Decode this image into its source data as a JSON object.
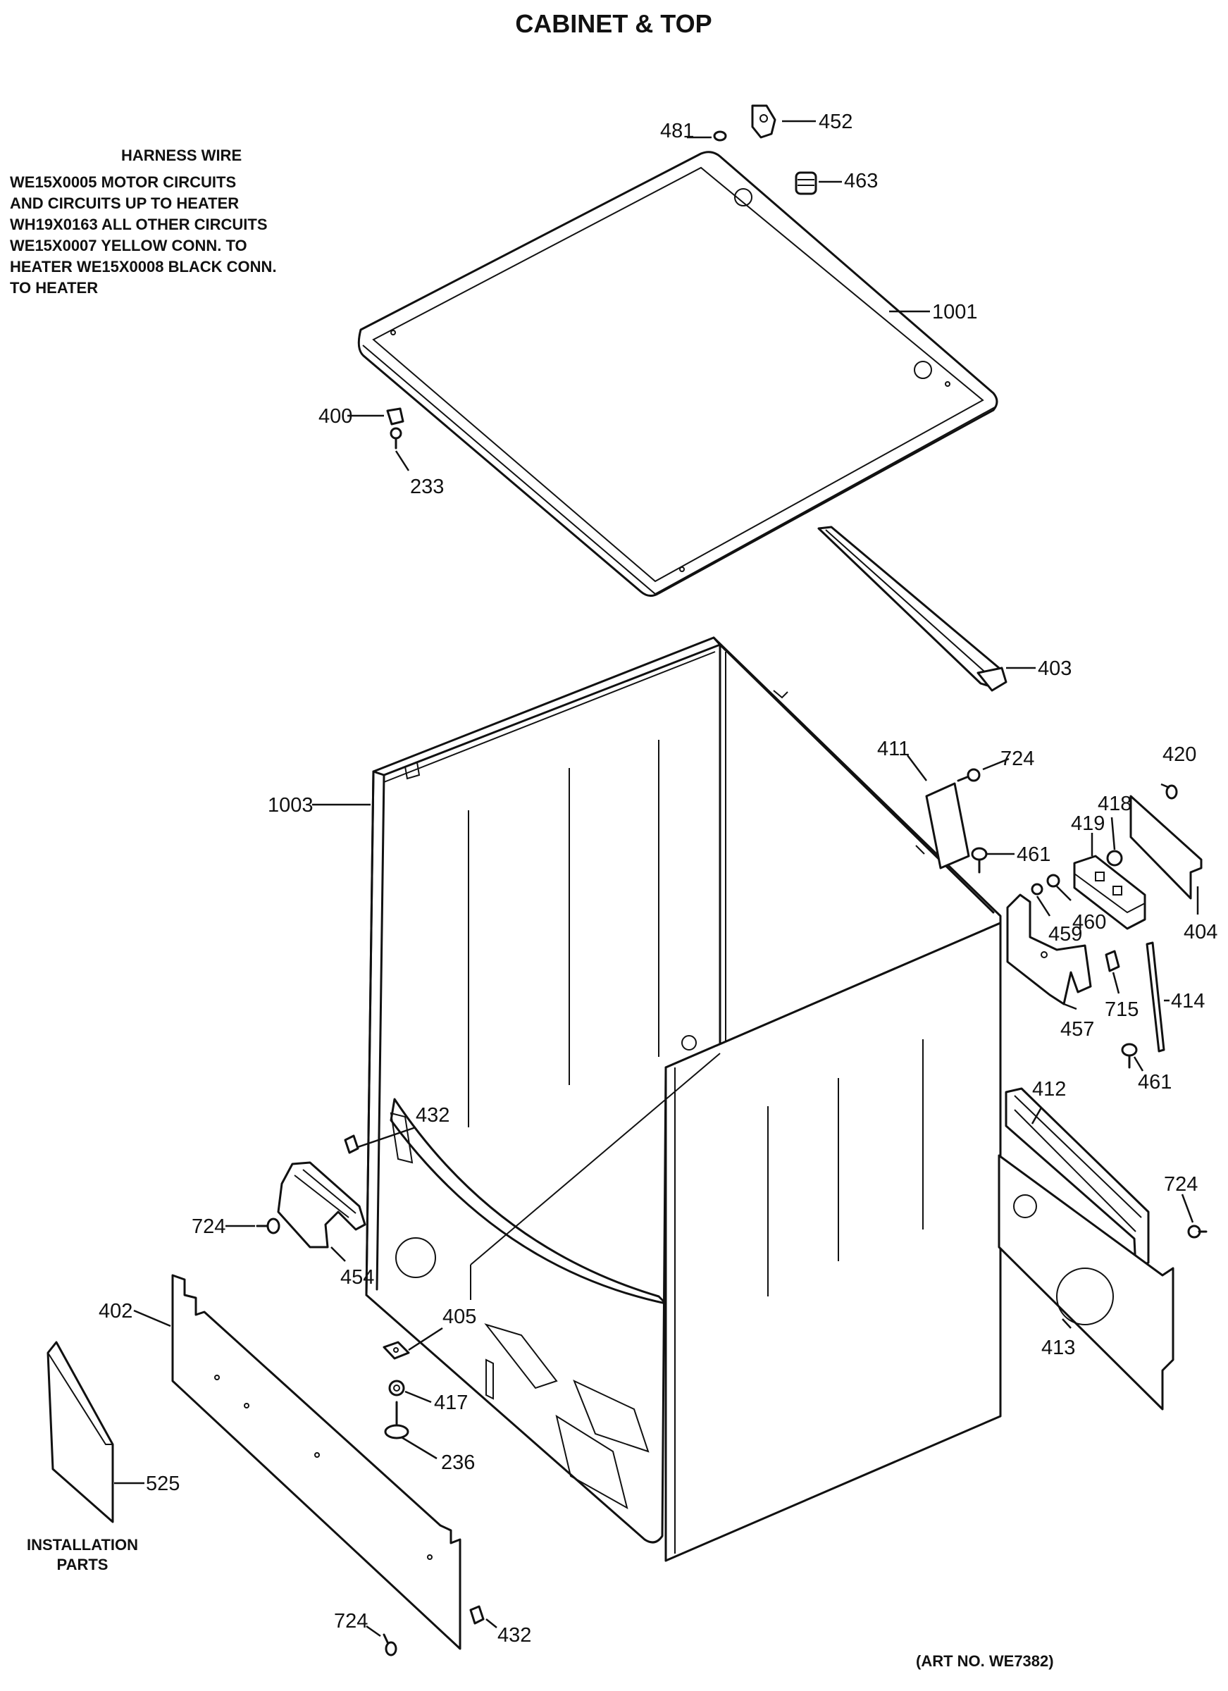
{
  "title": "CABINET & TOP",
  "harness_note": [
    "HARNESS WIRE",
    "WE15X0005 MOTOR CIRCUITS",
    "AND CIRCUITS UP TO HEATER",
    "WH19X0163 ALL OTHER CIRCUITS",
    "WE15X0007 YELLOW CONN. TO",
    "HEATER WE15X0008 BLACK CONN.",
    "TO HEATER"
  ],
  "installation_parts": [
    "INSTALLATION",
    "PARTS"
  ],
  "art_no": "(ART NO. WE7382)",
  "callouts": {
    "p481": "481",
    "p452": "452",
    "p463": "463",
    "p1001": "1001",
    "p400": "400",
    "p233": "233",
    "p403": "403",
    "p1003": "1003",
    "p411": "411",
    "p724a": "724",
    "p420": "420",
    "p419": "419",
    "p418": "418",
    "p461a": "461",
    "p460": "460",
    "p459": "459",
    "p404": "404",
    "p715": "715",
    "p414": "414",
    "p457": "457",
    "p461b": "461",
    "p412": "412",
    "p432a": "432",
    "p724b": "724",
    "p724c": "724",
    "p454": "454",
    "p402": "402",
    "p405": "405",
    "p417": "417",
    "p236": "236",
    "p413": "413",
    "p525": "525",
    "p724d": "724",
    "p432b": "432"
  }
}
